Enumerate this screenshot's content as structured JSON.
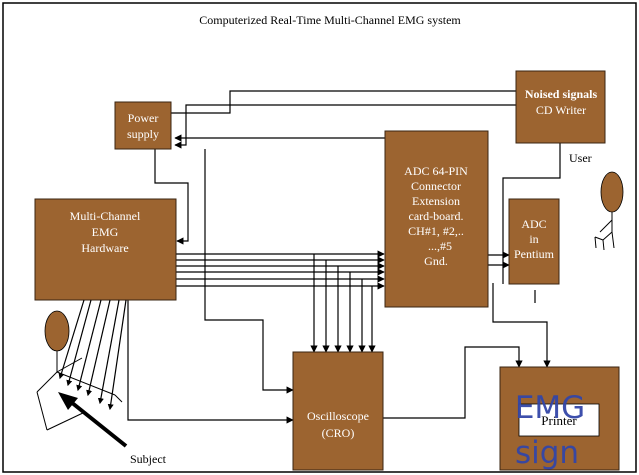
{
  "title": "Computerized Real-Time Multi-Channel EMG system",
  "blocks": {
    "power_supply": [
      "Power",
      "supply"
    ],
    "emg_hardware": [
      "Multi-Channel",
      "EMG",
      "Hardware"
    ],
    "adc_connector": [
      "ADC 64-PIN",
      "Connector",
      "Extension",
      "card-board.",
      "CH#1, #2,..",
      "...,#5",
      "Gnd."
    ],
    "adc_pentium": [
      "ADC",
      "in",
      "Pentium"
    ],
    "cd_writer": [
      "Noised signals",
      "CD Writer"
    ],
    "oscilloscope": [
      "Oscilloscope",
      "(CRO)"
    ],
    "printer": "Printer"
  },
  "labels": {
    "user": "User",
    "subject": "Subject",
    "overlay_line1": "EMG",
    "overlay_line2": "sign"
  },
  "colors": {
    "block_fill": "#9c6430",
    "overlay_text": "#3346a8"
  }
}
